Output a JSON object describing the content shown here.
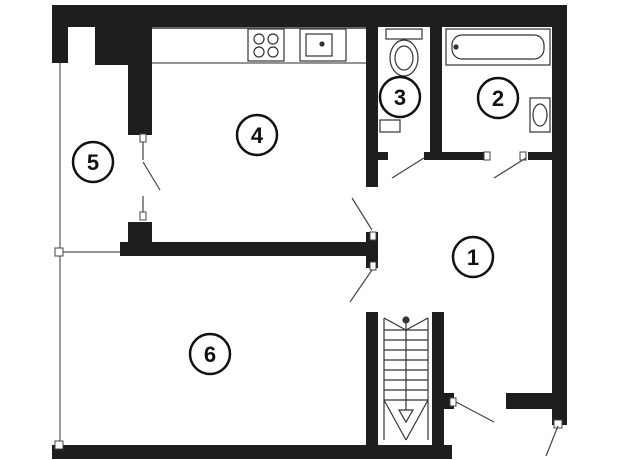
{
  "floorplan": {
    "colors": {
      "wall": "#1e1e1e",
      "background": "#ffffff",
      "line": "#444444",
      "fixture": "#333333"
    },
    "rooms": [
      {
        "id": "room-1",
        "number": "1"
      },
      {
        "id": "room-2",
        "number": "2"
      },
      {
        "id": "room-3",
        "number": "3"
      },
      {
        "id": "room-4",
        "number": "4"
      },
      {
        "id": "room-5",
        "number": "5"
      },
      {
        "id": "room-6",
        "number": "6"
      }
    ],
    "fixtures": [
      "stove-icon",
      "kitchen-sink-icon",
      "toilet-icon",
      "bathtub-icon",
      "washbasin-icon",
      "staircase-icon"
    ]
  }
}
